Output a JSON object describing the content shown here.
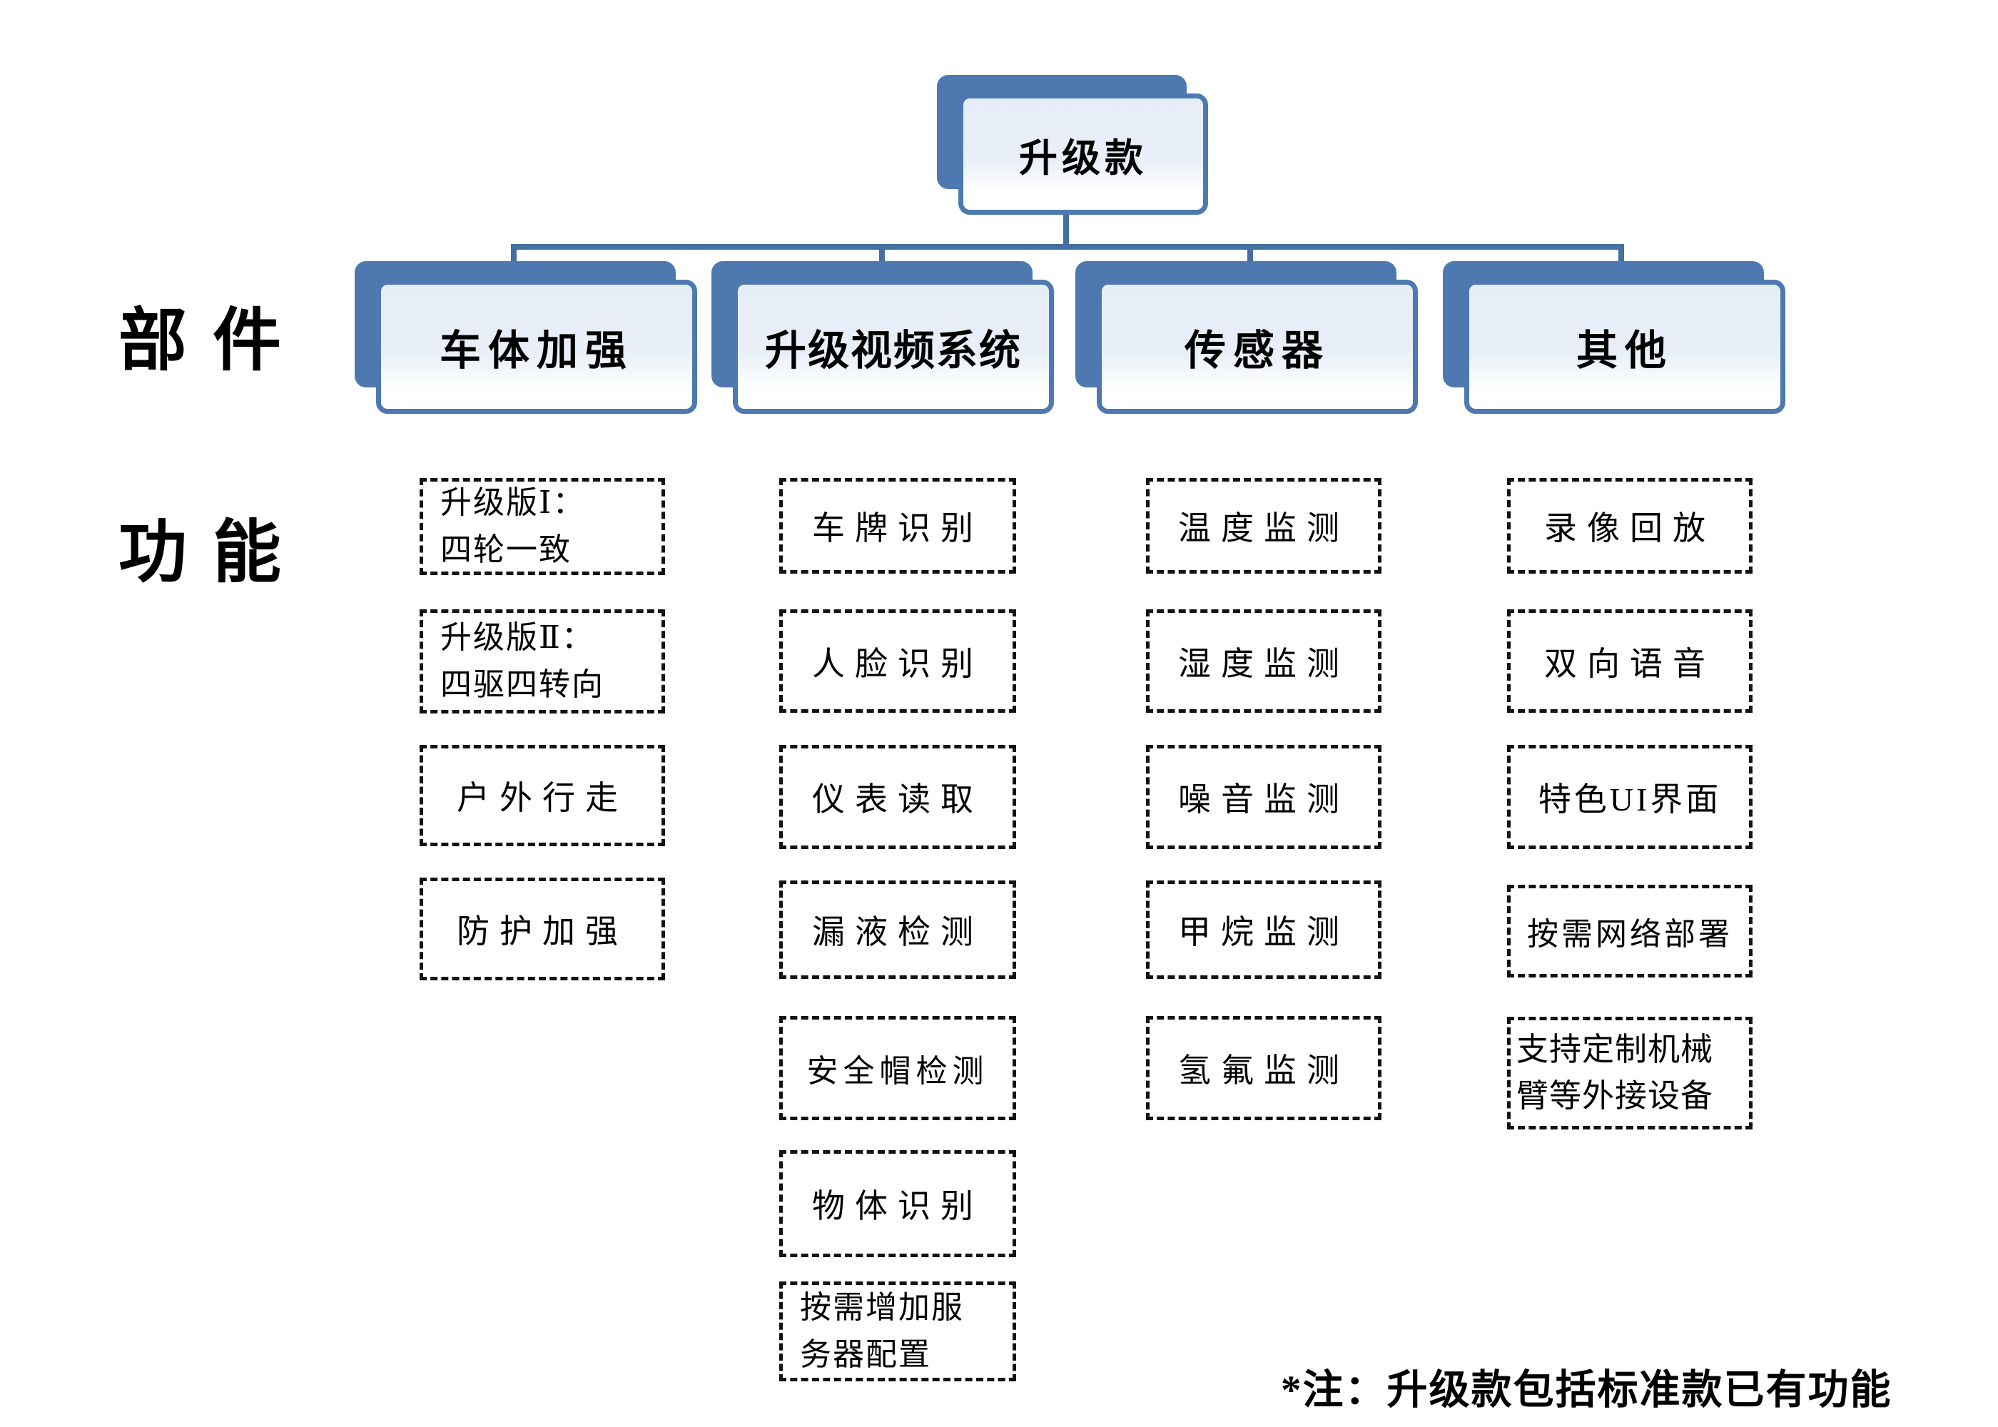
{
  "diagram": {
    "type": "tree",
    "root": {
      "label": "升级款"
    },
    "row_labels": {
      "components": "部件",
      "functions": "功能"
    },
    "branches": [
      {
        "label": "车体加强",
        "features": [
          "升级版Ⅰ：\n四轮一致",
          "升级版Ⅱ：\n四驱四转向",
          "户外行走",
          "防护加强"
        ]
      },
      {
        "label": "升级视频系统",
        "features": [
          "车牌识别",
          "人脸识别",
          "仪表读取",
          "漏液检测",
          "安全帽检测",
          "物体识别",
          "按需增加服\n务器配置"
        ]
      },
      {
        "label": "传感器",
        "features": [
          "温度监测",
          "湿度监测",
          "噪音监测",
          "甲烷监测",
          "氢氟监测"
        ]
      },
      {
        "label": "其他",
        "features": [
          "录像回放",
          "双向语音",
          "特色UI界面",
          "按需网络部署",
          "支持定制机械\n臂等外接设备"
        ]
      }
    ],
    "footnote": "*注：升级款包括标准款已有功能",
    "colors": {
      "node_blue": "#4d79b0",
      "node_fill_light": "#e8eef8",
      "connector_blue": "#45709f",
      "dashed_border": "#121212",
      "background": "#ffffff"
    }
  }
}
